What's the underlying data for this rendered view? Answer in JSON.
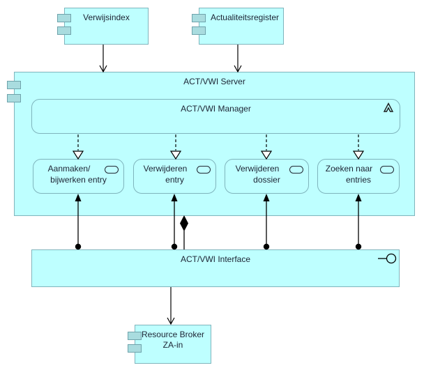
{
  "nodes": {
    "verwijsindex": {
      "label": "Verwijsindex"
    },
    "actualiteitsregister": {
      "label": "Actualiteitsregister"
    },
    "server": {
      "label": "ACT/VWI Server"
    },
    "manager": {
      "label": "ACT/VWI Manager"
    },
    "services": [
      {
        "line1": "Aanmaken/",
        "line2": "bijwerken entry"
      },
      {
        "line1": "Verwijderen",
        "line2": "entry"
      },
      {
        "line1": "Verwijderen",
        "line2": "dossier"
      },
      {
        "line1": "Zoeken naar",
        "line2": "entries"
      }
    ],
    "interface": {
      "label": "ACT/VWI Interface"
    },
    "resource_broker": {
      "line1": "Resource Broker",
      "line2": "ZA-in"
    }
  },
  "icons": {
    "component": "module-tabs",
    "function": "chevron-up",
    "service": "rounded-pill",
    "interface": "lollipop"
  },
  "colors": {
    "node_fill": "#beffff",
    "node_border": "#7fb4bc",
    "tab_fill": "#a9dcdf",
    "tab_border": "#6fa3ab",
    "line": "#000000",
    "text": "#1c2333"
  }
}
